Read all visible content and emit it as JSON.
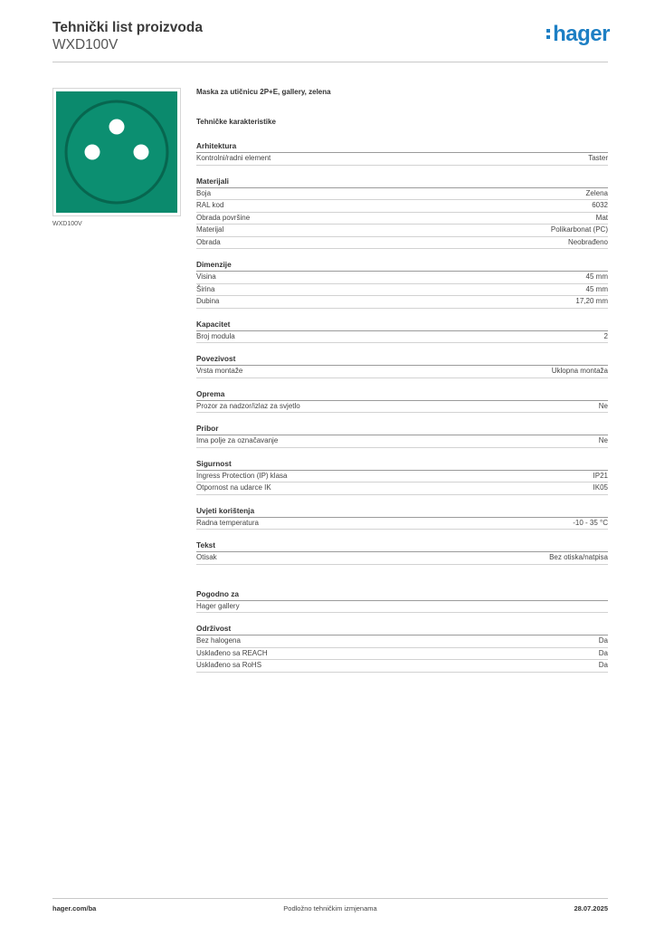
{
  "header": {
    "title": "Tehnički list proizvoda",
    "code": "WXD100V",
    "logo": "hager",
    "logo_color": "#1d7fc4"
  },
  "product": {
    "image_caption": "WXD100V",
    "image_color": "#0b8a6d",
    "description": "Maska za utičnicu 2P+E, gallery, zelena",
    "tech_heading": "Tehničke karakteristike"
  },
  "sections": [
    {
      "title": "Arhitektura",
      "rows": [
        {
          "label": "Kontrolni/radni element",
          "value": "Taster"
        }
      ]
    },
    {
      "title": "Materijali",
      "rows": [
        {
          "label": "Boja",
          "value": "Zelena"
        },
        {
          "label": "RAL kod",
          "value": "6032"
        },
        {
          "label": "Obrada površine",
          "value": "Mat"
        },
        {
          "label": "Materijal",
          "value": "Polikarbonat (PC)"
        },
        {
          "label": "Obrada",
          "value": "Neobrađeno"
        }
      ]
    },
    {
      "title": "Dimenzije",
      "rows": [
        {
          "label": "Visina",
          "value": "45 mm"
        },
        {
          "label": "Širina",
          "value": "45 mm"
        },
        {
          "label": "Dubina",
          "value": "17,20 mm"
        }
      ]
    },
    {
      "title": "Kapacitet",
      "rows": [
        {
          "label": "Broj modula",
          "value": "2"
        }
      ]
    },
    {
      "title": "Povezivost",
      "rows": [
        {
          "label": "Vrsta montaže",
          "value": "Uklopna montaža"
        }
      ]
    },
    {
      "title": "Oprema",
      "rows": [
        {
          "label": "Prozor za nadzor/izlaz za svjetlo",
          "value": "Ne"
        }
      ]
    },
    {
      "title": "Pribor",
      "rows": [
        {
          "label": "Ima polje za označavanje",
          "value": "Ne"
        }
      ]
    },
    {
      "title": "Sigurnost",
      "rows": [
        {
          "label": "Ingress Protection (IP) klasa",
          "value": "IP21"
        },
        {
          "label": "Otpornost na udarce IK",
          "value": "IK05"
        }
      ]
    },
    {
      "title": "Uvjeti korištenja",
      "rows": [
        {
          "label": "Radna temperatura",
          "value": "-10 - 35 °C"
        }
      ]
    },
    {
      "title": "Tekst",
      "rows": [
        {
          "label": "Otisak",
          "value": "Bez otiska/natpisa"
        }
      ]
    },
    {
      "title": "Pogodno za",
      "rows": [
        {
          "label": "Hager gallery",
          "value": ""
        }
      ]
    },
    {
      "title": "Održivost",
      "rows": [
        {
          "label": "Bez halogena",
          "value": "Da"
        },
        {
          "label": "Usklađeno sa REACH",
          "value": "Da"
        },
        {
          "label": "Usklađeno sa RoHS",
          "value": "Da"
        }
      ]
    }
  ],
  "footer": {
    "website": "hager.com/ba",
    "notice": "Podložno tehničkim izmjenama",
    "date": "28.07.2025"
  }
}
